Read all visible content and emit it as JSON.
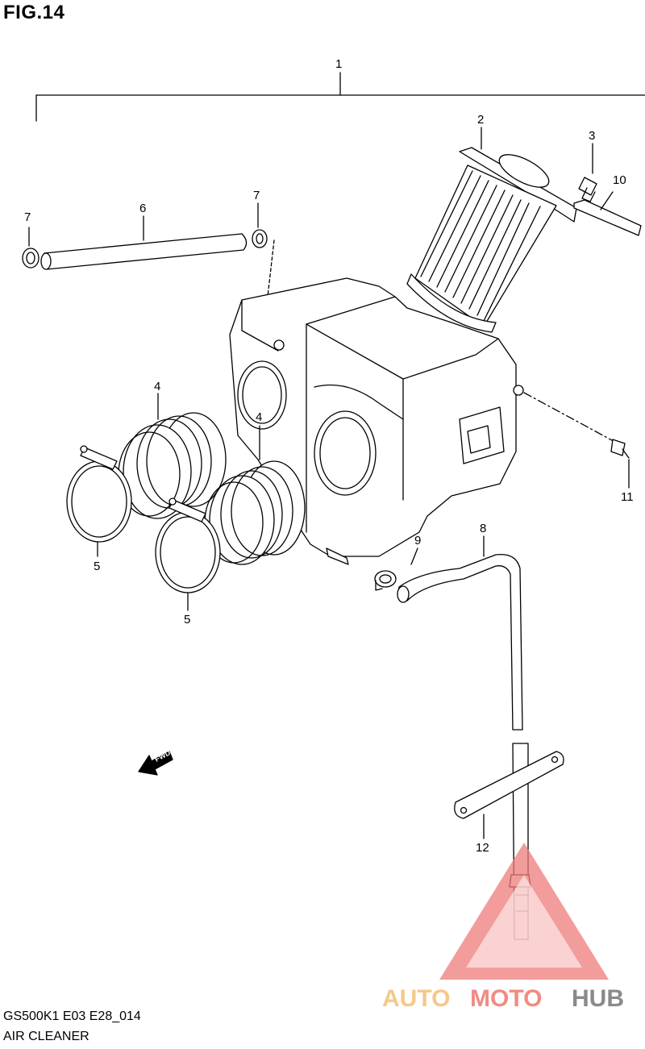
{
  "figure": {
    "title": "FIG.14",
    "code": "GS500K1 E03 E28_014",
    "name": "AIR CLEANER"
  },
  "callouts": {
    "c1": "1",
    "c2": "2",
    "c3": "3",
    "c4a": "4",
    "c4b": "4",
    "c5a": "5",
    "c5b": "5",
    "c6": "6",
    "c7a": "7",
    "c7b": "7",
    "c8": "8",
    "c9": "9",
    "c10": "10",
    "c11": "11",
    "c12": "12"
  },
  "fwd_label": "FWD",
  "watermark": {
    "part1": "AUTO",
    "part2": "MOTO",
    "part3": "HUB",
    "colors": {
      "auto": "#f5c88a",
      "moto": "#f28b82",
      "hub": "#8a8a8a",
      "triangle": "#ef7b7b"
    }
  }
}
